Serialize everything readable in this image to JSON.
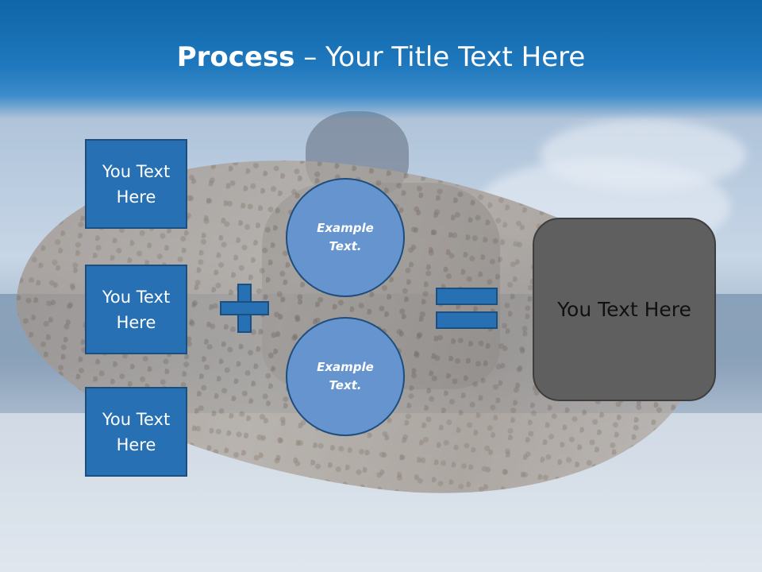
{
  "title": {
    "bold": "Process",
    "rest": " – Your Title Text Here"
  },
  "left_boxes": [
    {
      "label": "You Text Here"
    },
    {
      "label": "You Text Here"
    },
    {
      "label": "You Text Here"
    }
  ],
  "circles": [
    {
      "label": "Example Text."
    },
    {
      "label": "Example Text."
    }
  ],
  "result": {
    "label": "You Text Here"
  },
  "colors": {
    "title_bar": "#1f78bd",
    "box_fill": "#2770b4",
    "circle_fill": "#6594cf",
    "result_fill": "#5f5f5f"
  },
  "icons": {
    "operator_1": "plus-sign",
    "operator_2": "equals-sign"
  }
}
